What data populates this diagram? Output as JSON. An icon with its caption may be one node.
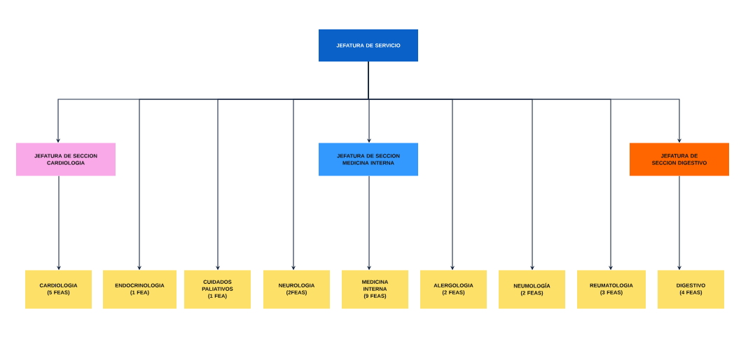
{
  "diagram": {
    "nodes": [
      {
        "text": [
          "JEFATURA DE SERVICIO"
        ]
      },
      {
        "text": [
          "JEFATURA DE SECCION CARDIOLOGIA"
        ]
      },
      {
        "text": [
          "JEFATURA DE SECCION MEDICINA INTERNA"
        ]
      },
      {
        "text": [
          "JEFATURA DE SECCION DIGESTIVO"
        ]
      },
      {
        "text": [
          "CARDIOLOGIA",
          "(5 FEAS)"
        ]
      },
      {
        "text": [
          "ENDOCRINOLOGIA",
          "(1 FEA)"
        ]
      },
      {
        "text": [
          "CUIDADOS PALIATIVOS",
          "(1 FEA)"
        ]
      },
      {
        "text": [
          "NEUROLOGIA",
          "(2FEAS)"
        ]
      },
      {
        "text": [
          "MEDICINA INTERNA",
          "(9 FEAS)"
        ]
      },
      {
        "text": [
          "ALERGOLOGIA",
          "(2 FEAS)"
        ]
      },
      {
        "text": [
          "NEUMOLOGÍA",
          "(2 FEAS)"
        ]
      },
      {
        "text": [
          "REUMATOLOGIA",
          "(3 FEAS)"
        ]
      },
      {
        "text": [
          "DIGESTIVO",
          "(4 FEAS)"
        ]
      }
    ],
    "edges": [
      {
        "from": 0,
        "to": 1,
        "arrow": "to"
      },
      {
        "from": 0,
        "to": 5,
        "arrow": "to"
      },
      {
        "from": 0,
        "to": 6,
        "arrow": "to"
      },
      {
        "from": 0,
        "to": 7,
        "arrow": "to"
      },
      {
        "from": 0,
        "to": 2,
        "arrow": "to"
      },
      {
        "from": 0,
        "to": 9,
        "arrow": "to"
      },
      {
        "from": 0,
        "to": 10,
        "arrow": "to"
      },
      {
        "from": 0,
        "to": 11,
        "arrow": "to"
      },
      {
        "from": 0,
        "to": 3,
        "arrow": "to"
      },
      {
        "from": 1,
        "to": 4,
        "arrow": "to"
      },
      {
        "from": 2,
        "to": 8,
        "arrow": "to"
      },
      {
        "from": 3,
        "to": 12,
        "arrow": "to"
      }
    ]
  }
}
